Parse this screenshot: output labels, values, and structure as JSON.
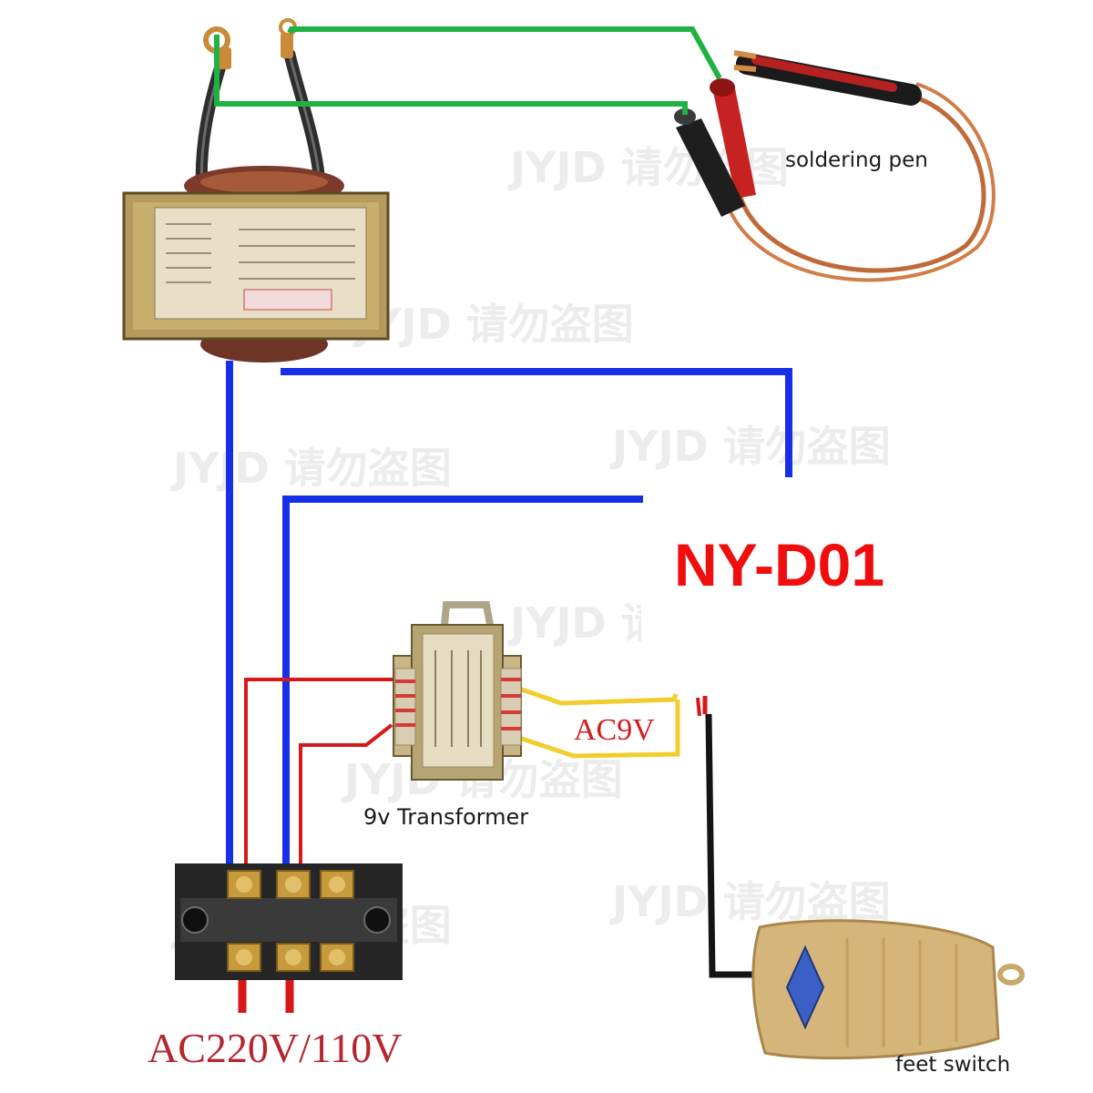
{
  "watermark": "JYJD 请勿盗图",
  "labels": {
    "soldering_pen": "soldering pen",
    "model": "NY-D01",
    "ac9v": "AC9V",
    "transformer_9v": "9v Transformer",
    "mains": "AC220V/110V",
    "feet_switch": "feet switch"
  },
  "wire_colors": {
    "green": "#1fb141",
    "blue": "#1530e6",
    "red": "#d81717",
    "yellow": "#f2cd2f",
    "black": "#141414"
  }
}
